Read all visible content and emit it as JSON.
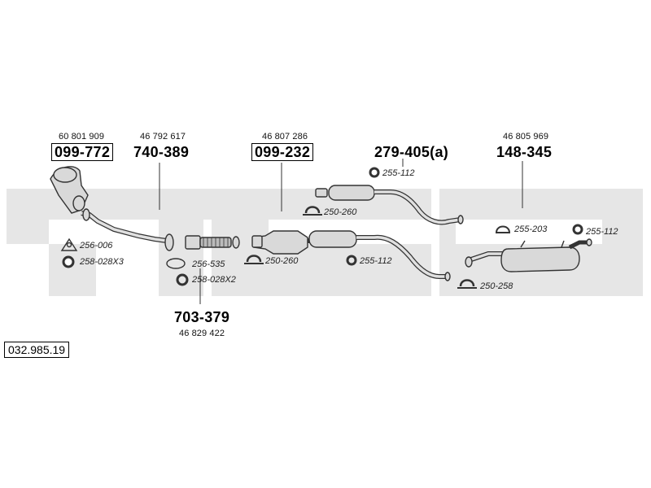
{
  "catalog_number": "032.985.19",
  "parts": [
    {
      "id": "front-pipe",
      "code": "099-772",
      "boxed": true,
      "oe": "60 801 909"
    },
    {
      "id": "flex-pipe",
      "code": "740-389",
      "boxed": false,
      "oe": "46 792 617"
    },
    {
      "id": "catalytic",
      "code": "099-232",
      "boxed": true,
      "oe": "46 807 286"
    },
    {
      "id": "middle-silencer",
      "code": "279-405(a)",
      "boxed": false,
      "oe": ""
    },
    {
      "id": "rear-silencer",
      "code": "148-345",
      "boxed": false,
      "oe": "46 805 969"
    },
    {
      "id": "connecting-pipe",
      "code": "703-379",
      "boxed": false,
      "oe": "46 829 422"
    }
  ],
  "accessories": [
    {
      "id": "gasket-1",
      "label": "256-006",
      "icon": "triangle-gasket-icon"
    },
    {
      "id": "nut-1",
      "label": "258-028X3",
      "icon": "nut-icon"
    },
    {
      "id": "gasket-2",
      "label": "256-535",
      "icon": "oval-gasket-icon"
    },
    {
      "id": "nut-2",
      "label": "258-028X2",
      "icon": "nut-icon"
    },
    {
      "id": "clamp-1",
      "label": "250-260",
      "icon": "clamp-icon"
    },
    {
      "id": "clamp-2",
      "label": "250-260",
      "icon": "clamp-icon"
    },
    {
      "id": "ring-1",
      "label": "255-112",
      "icon": "rubber-ring-icon"
    },
    {
      "id": "ring-2",
      "label": "255-112",
      "icon": "rubber-ring-icon"
    },
    {
      "id": "hanger-1",
      "label": "255-203",
      "icon": "rubber-hanger-icon"
    },
    {
      "id": "ring-3",
      "label": "255-112",
      "icon": "rubber-ring-icon"
    },
    {
      "id": "clamp-3",
      "label": "250-258",
      "icon": "clamp-icon"
    }
  ],
  "colors": {
    "watermark": "#e6e6e6",
    "line": "#333333",
    "fill": "#d9d9d9"
  }
}
